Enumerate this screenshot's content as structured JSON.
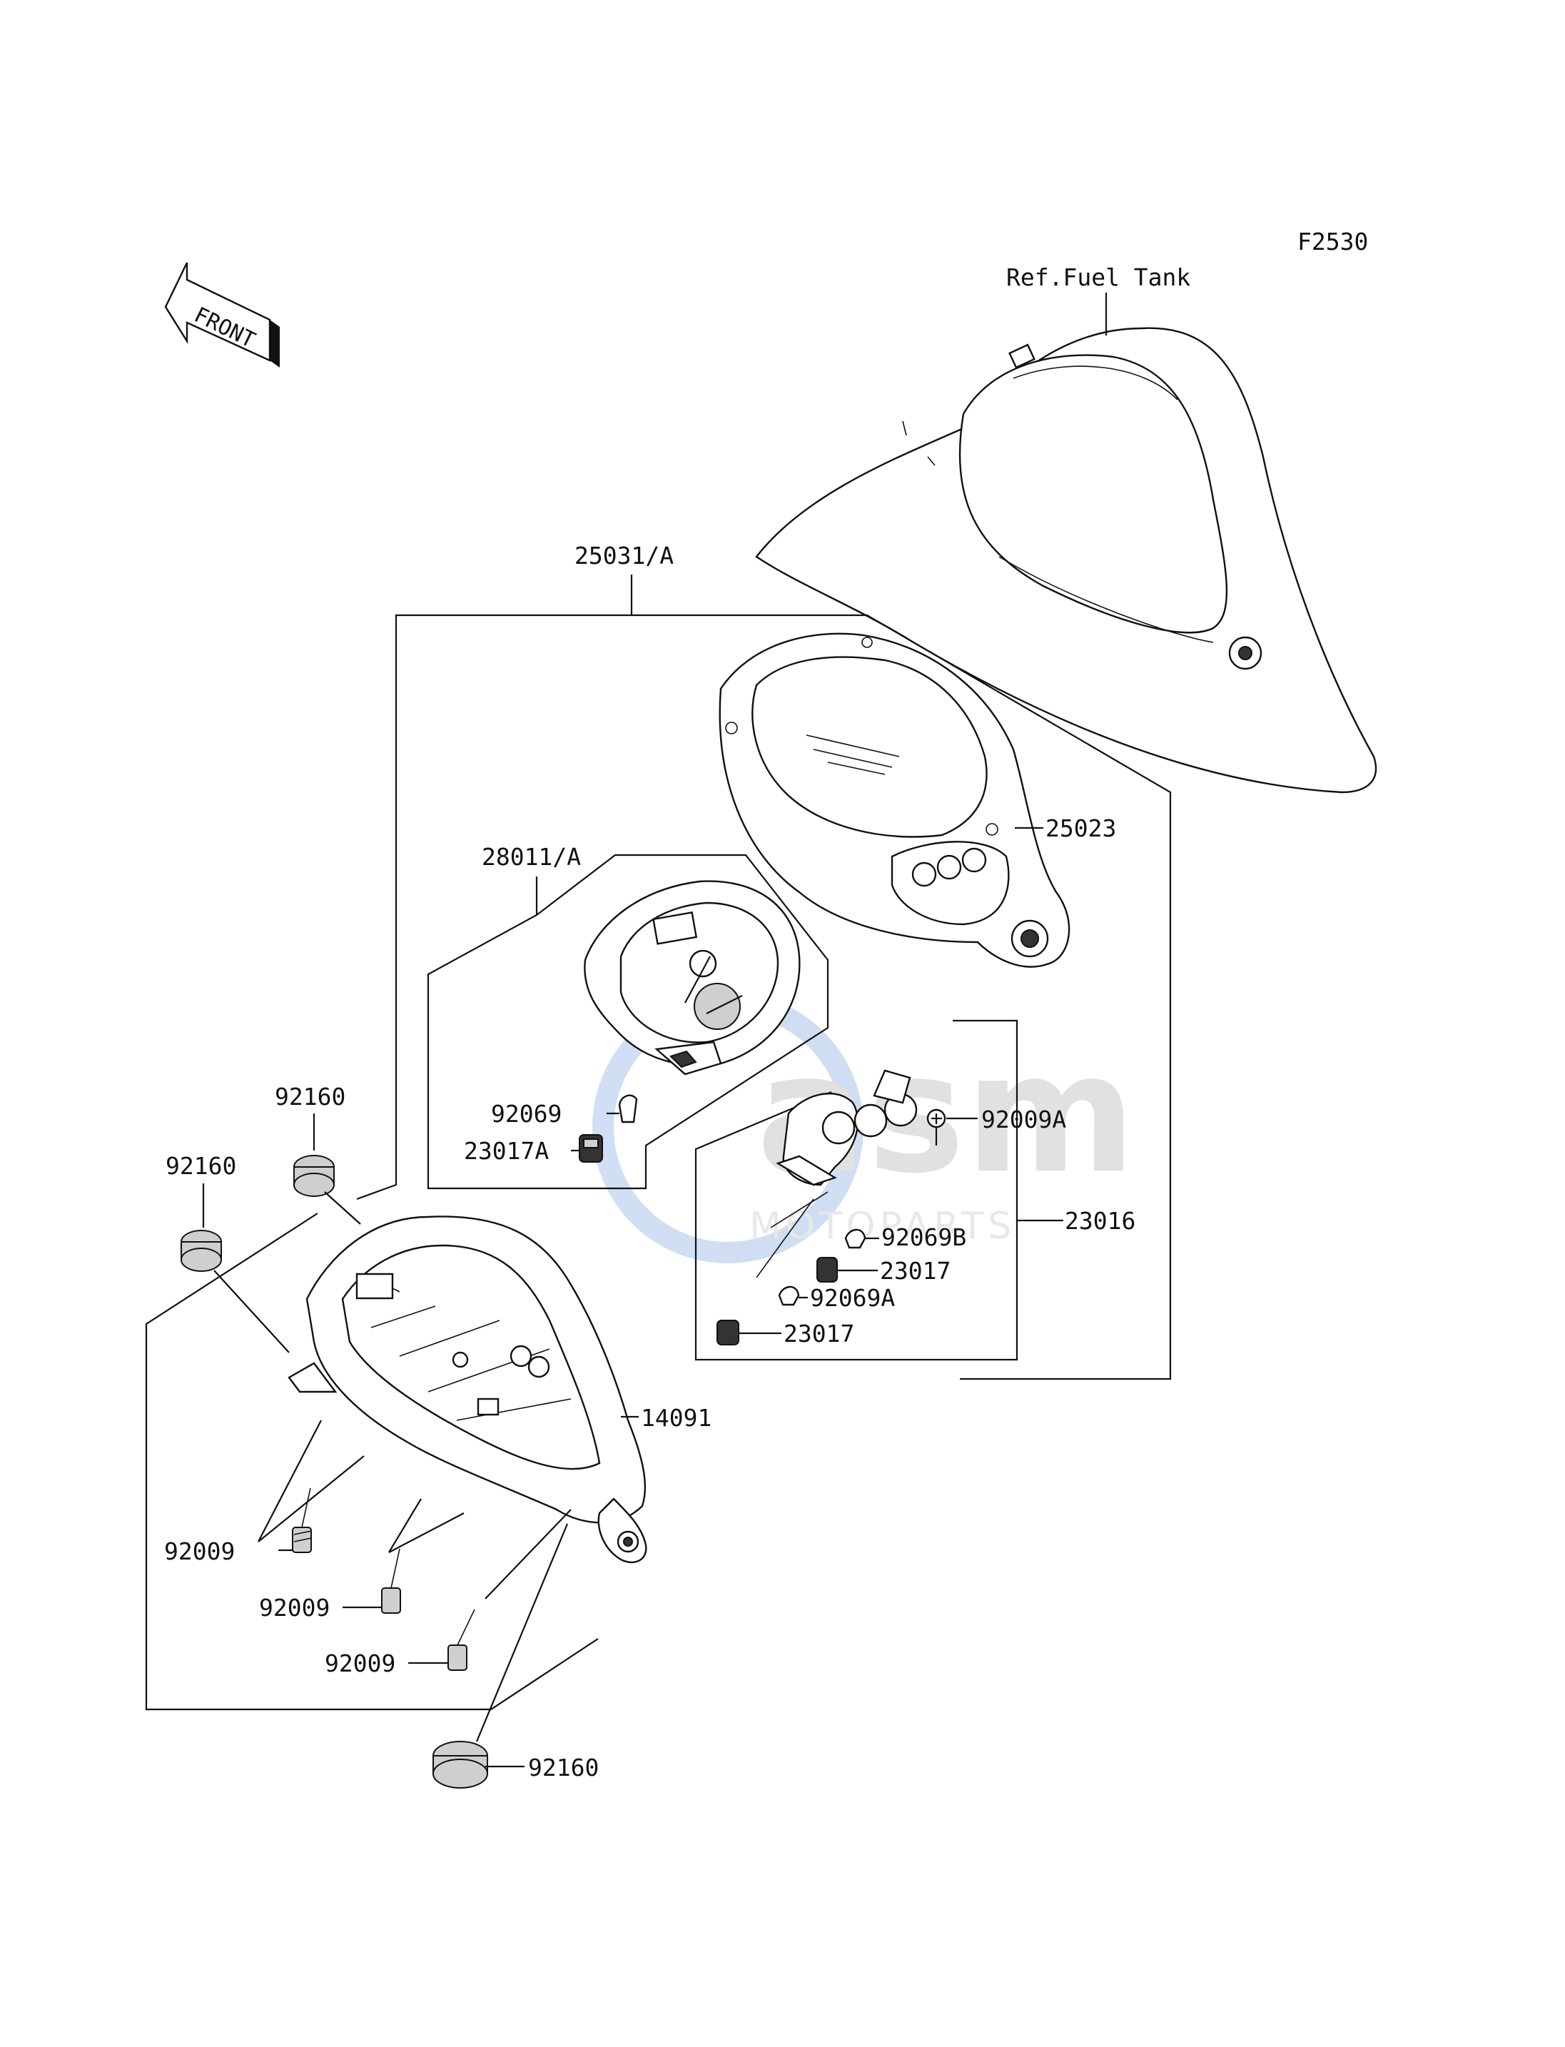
{
  "diagram_code": "F2530",
  "reference_label": "Ref.Fuel Tank",
  "front_arrow_text": "FRONT",
  "watermark": {
    "logo": "asm",
    "subtitle": "MOTOPARTS"
  },
  "labels": {
    "l_25031A": "25031/A",
    "l_25023": "25023",
    "l_28011A": "28011/A",
    "l_92009A": "92009A",
    "l_92069": "92069",
    "l_23017A": "23017A",
    "l_92160_a": "92160",
    "l_92160_b": "92160",
    "l_92069B": "92069B",
    "l_23016": "23016",
    "l_23017_a": "23017",
    "l_92069A": "92069A",
    "l_23017_b": "23017",
    "l_14091": "14091",
    "l_92009_a": "92009",
    "l_92009_b": "92009",
    "l_92009_c": "92009",
    "l_92160_c": "92160"
  },
  "colors": {
    "line": "#111111",
    "watermark_blue": "#a9c4ea",
    "watermark_grey": "#c9c9c9"
  }
}
